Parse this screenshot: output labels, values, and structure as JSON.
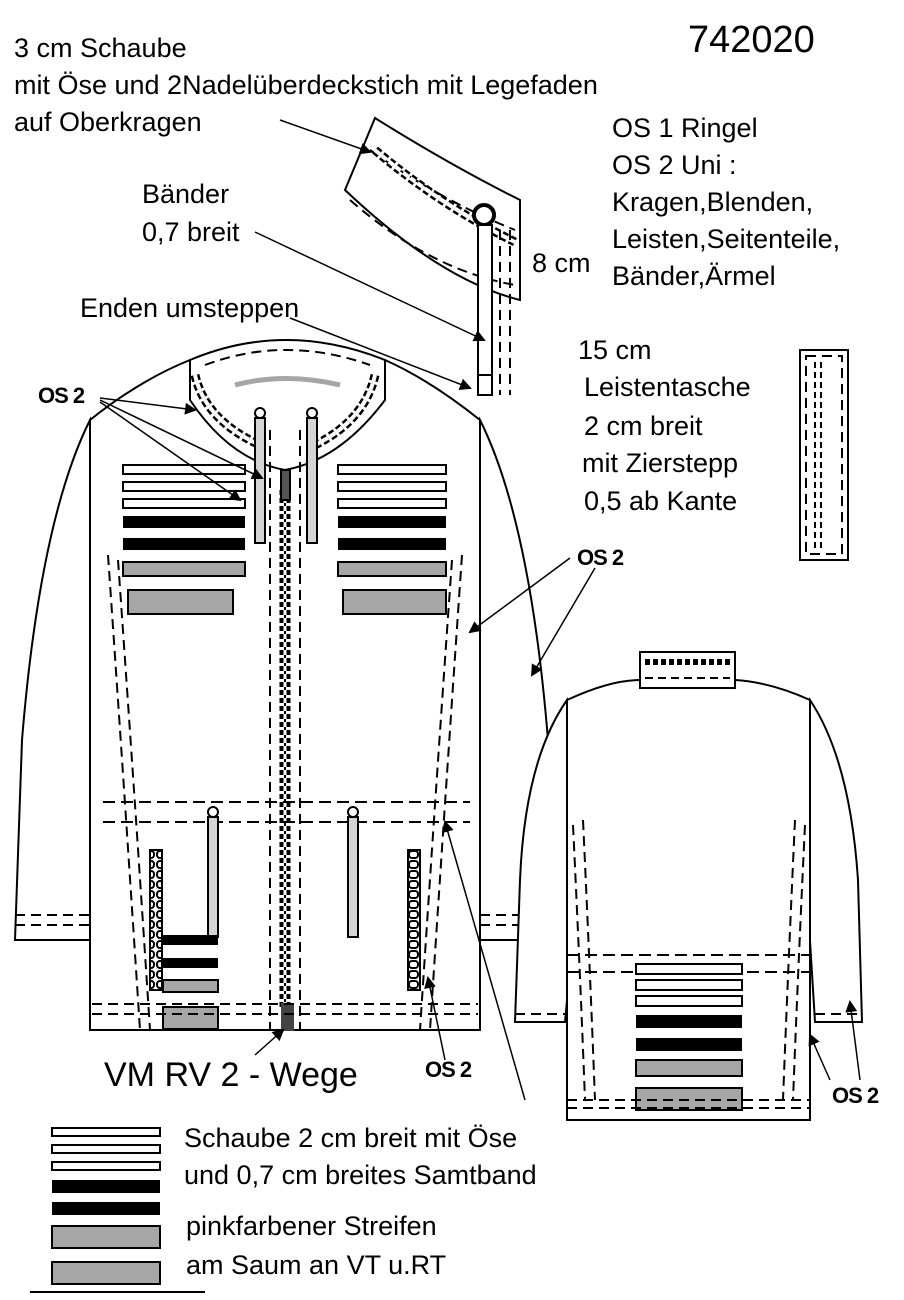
{
  "title_number": "742020",
  "note_top": {
    "line1": "3 cm Schaube",
    "line2": "mit Öse und 2Nadelüberdeckstich mit Legefaden",
    "line3": "auf Oberkragen"
  },
  "note_baender": {
    "line1": "Bänder",
    "line2": "0,7 breit"
  },
  "note_enden": "Enden umsteppen",
  "note_8cm": "8 cm",
  "note_os": {
    "line1": "OS 1 Ringel",
    "line2": "OS 2 Uni :",
    "line3": "Kragen,Blenden,",
    "line4": "Leisten,Seitenteile,",
    "line5": "Bänder,Ärmel"
  },
  "note_tasche": {
    "line1": "15 cm",
    "line2": "Leistentasche",
    "line3": "2 cm breit",
    "line4": "mit Zierstepp",
    "line5": "0,5 ab Kante"
  },
  "label_os2": "OS 2",
  "label_vm": "VM RV 2 - Wege",
  "legend": {
    "line1": "Schaube 2 cm breit mit Öse",
    "line2": "und 0,7 cm breites Samtband",
    "line3": "pinkfarbener Streifen",
    "line4": "am Saum an VT u.RT"
  },
  "colors": {
    "black": "#000000",
    "gray": "#a6a6a6",
    "white": "#ffffff"
  }
}
